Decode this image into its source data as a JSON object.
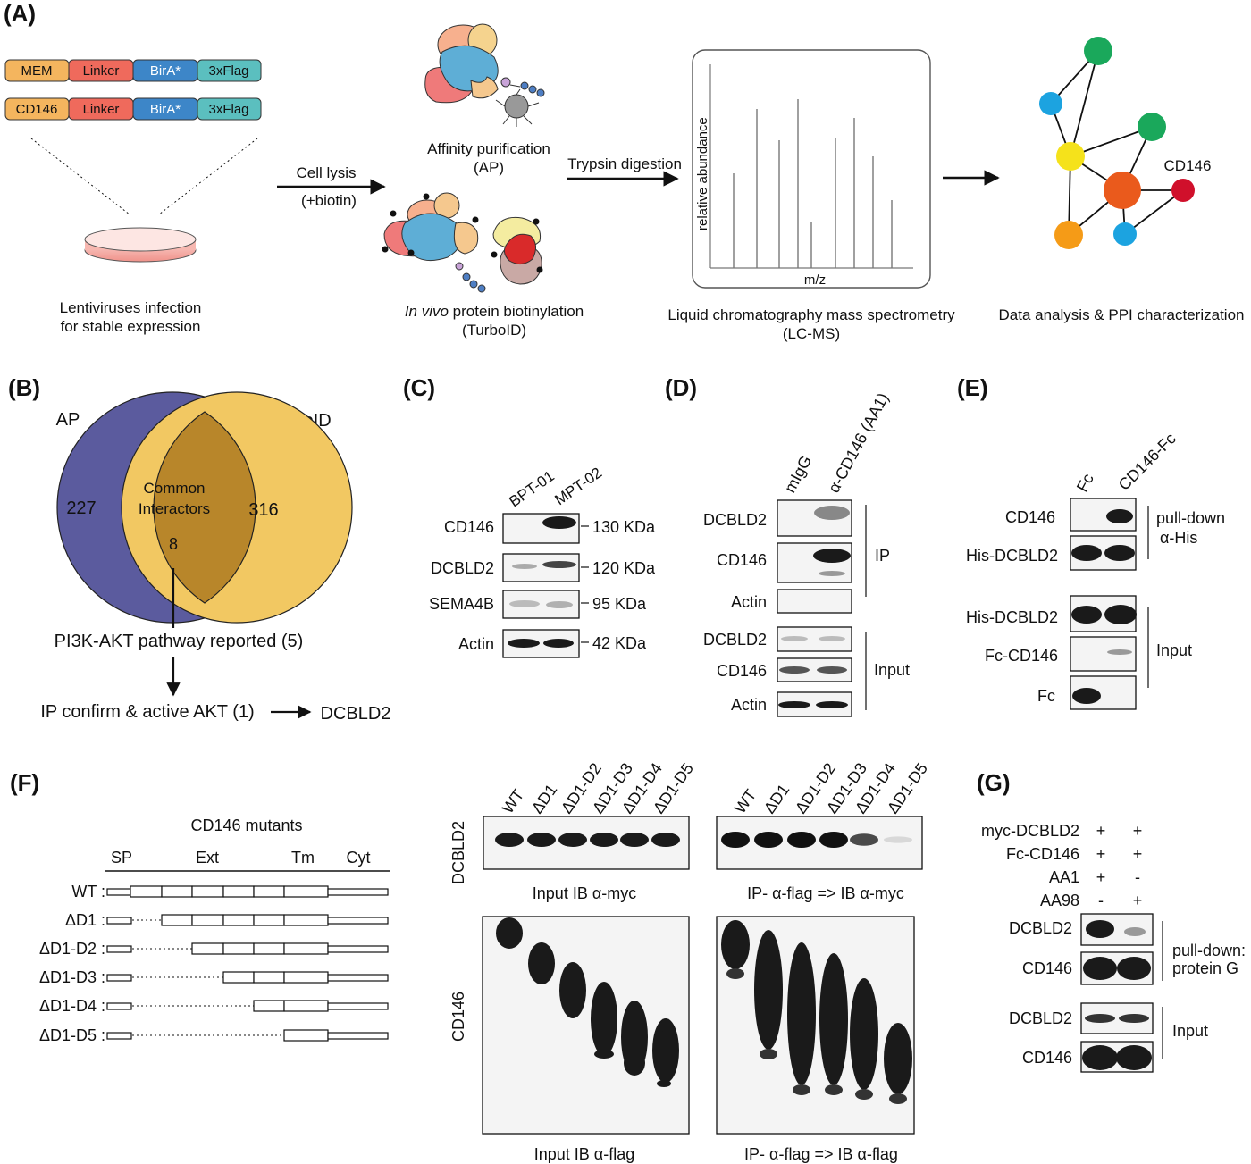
{
  "panels": {
    "A": {
      "label": "(A)",
      "constructs": [
        [
          "MEM",
          "Linker",
          "BirA*",
          "3xFlag"
        ],
        [
          "CD146",
          "Linker",
          "BirA*",
          "3xFlag"
        ]
      ],
      "dish_caption_1": "Lentiviruses infection",
      "dish_caption_2": "for stable expression",
      "arrow1_line1": "Cell lysis",
      "arrow1_line2": "(+biotin)",
      "ap_caption_1": "Affinity purification",
      "ap_caption_2": "(AP)",
      "turbo_caption_italic": "In vivo",
      "turbo_caption_rest": " protein biotinylation",
      "turbo_caption_2": "(TurboID)",
      "arrow2_label": "Trypsin digestion",
      "ms_ylabel": "relative abundance",
      "ms_xlabel": "m/z",
      "ms_caption_1": "Liquid chromatography mass spectrometry",
      "ms_caption_2": "(LC-MS)",
      "network_node_label": "CD146",
      "network_caption": "Data analysis & PPI characterization",
      "colors": {
        "mem": "#f4b55e",
        "linker": "#ef6a5c",
        "bira": "#3d86c8",
        "flag": "#5bbfbf",
        "node_green": "#1aa85b",
        "node_blue": "#1ca3e0",
        "node_yellow": "#f5e21b",
        "node_orange_red": "#ea5a1c",
        "node_red": "#d0102b",
        "node_orange": "#f59b17"
      }
    },
    "B": {
      "label": "(B)",
      "left_set": "AP",
      "right_set": "TurboID",
      "left_only": "227",
      "right_only": "316",
      "overlap_line1": "Common",
      "overlap_line2": "Interactors",
      "overlap_count": "8",
      "step1": "PI3K-AKT pathway reported (5)",
      "step2": "IP confirm & active AKT (1)",
      "result": "DCBLD2",
      "colors": {
        "left": "#5b5b9e",
        "right": "#f2c862",
        "overlap": "#b8862a"
      }
    },
    "C": {
      "label": "(C)",
      "lanes": [
        "BPT-01",
        "MPT-02"
      ],
      "rows": [
        {
          "name": "CD146",
          "size": "130 KDa"
        },
        {
          "name": "DCBLD2",
          "size": "120 KDa"
        },
        {
          "name": "SEMA4B",
          "size": "95 KDa"
        },
        {
          "name": "Actin",
          "size": "42 KDa"
        }
      ]
    },
    "D": {
      "label": "(D)",
      "lanes": [
        "mIgG",
        "α-CD146 (AA1)"
      ],
      "rows": [
        "DCBLD2",
        "CD146",
        "Actin",
        "DCBLD2",
        "CD146",
        "Actin"
      ],
      "group_ip": "IP",
      "group_input": "Input"
    },
    "E": {
      "label": "(E)",
      "lanes": [
        "Fc",
        "CD146-Fc"
      ],
      "rows": [
        "CD146",
        "His-DCBLD2",
        "His-DCBLD2",
        "Fc-CD146",
        "Fc"
      ],
      "group1_line1": "pull-down",
      "group1_line2": "α-His",
      "group2": "Input"
    },
    "F": {
      "label": "(F)",
      "diagram_title": "CD146 mutants",
      "domains": [
        "SP",
        "Ext",
        "Tm",
        "Cyt"
      ],
      "mutants": [
        "WT :",
        "ΔD1 :",
        "ΔD1-D2 :",
        "ΔD1-D3 :",
        "ΔD1-D4 :",
        "ΔD1-D5 :"
      ],
      "lanes": [
        "WT",
        "ΔD1",
        "ΔD1-D2",
        "ΔD1-D3",
        "ΔD1-D4",
        "ΔD1-D5"
      ],
      "row_dcbld2": "DCBLD2",
      "row_cd146": "CD146",
      "cap_input_myc": "Input  IB α-myc",
      "cap_ip_myc": "IP- α-flag  => IB α-myc",
      "cap_input_flag": "Input  IB α-flag",
      "cap_ip_flag": "IP- α-flag  => IB α-flag"
    },
    "G": {
      "label": "(G)",
      "conditions": [
        {
          "name": "myc-DCBLD2",
          "lane1": "+",
          "lane2": "+"
        },
        {
          "name": "Fc-CD146",
          "lane1": "+",
          "lane2": "+"
        },
        {
          "name": "AA1",
          "lane1": "+",
          "lane2": "-"
        },
        {
          "name": "AA98",
          "lane1": "-",
          "lane2": "+"
        }
      ],
      "rows": [
        "DCBLD2",
        "CD146",
        "DCBLD2",
        "CD146"
      ],
      "group1_line1": "pull-down:",
      "group1_line2": "protein G",
      "group2": "Input"
    }
  }
}
